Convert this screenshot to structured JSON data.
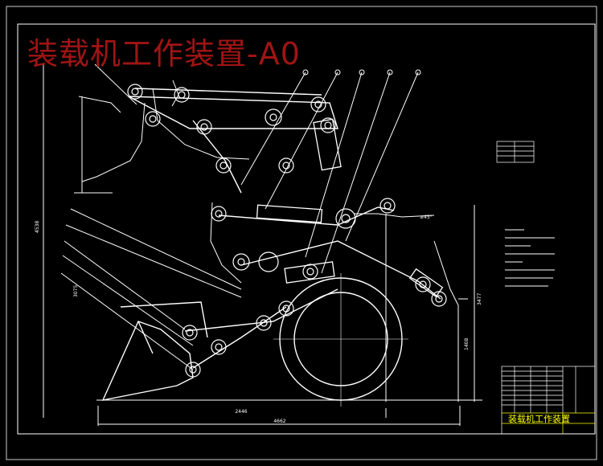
{
  "sheet": {
    "title": "装载机工作装置-A0"
  },
  "dimensions": {
    "bottom_inner": "2446",
    "bottom_outer": "4662",
    "right_height": "1408",
    "right_outer": "3477",
    "left_height": "4538",
    "mid_left": "3075",
    "angle_note": "≥45°"
  },
  "title_block": {
    "name": "装载机工作装置"
  },
  "colors": {
    "background": "#000000",
    "lines": "#ffffff",
    "title": "#a01414",
    "title_block": "#ffff00"
  }
}
